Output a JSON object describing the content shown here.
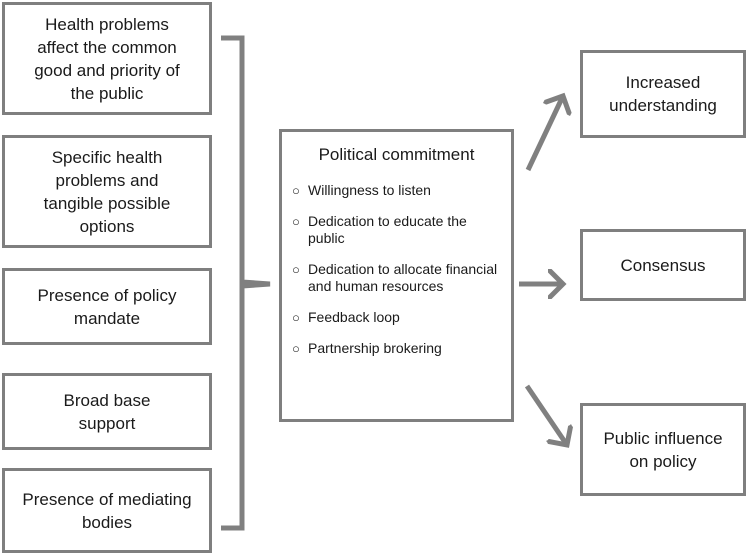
{
  "left_boxes": [
    "Health problems affect the common good and priority of the public",
    "Specific health problems and tangible possible options",
    "Presence of policy mandate",
    "Broad base support",
    "Presence of mediating bodies"
  ],
  "center": {
    "title": "Political commitment",
    "bullets": [
      "Willingness to listen",
      "Dedication to educate the public",
      "Dedication to allocate financial and human resources",
      "Feedback loop",
      "Partnership brokering"
    ]
  },
  "right_boxes": [
    "Increased understanding",
    "Consensus",
    "Public influence on policy"
  ],
  "colors": {
    "border": "#7f7f7f",
    "arrow": "#808080"
  }
}
